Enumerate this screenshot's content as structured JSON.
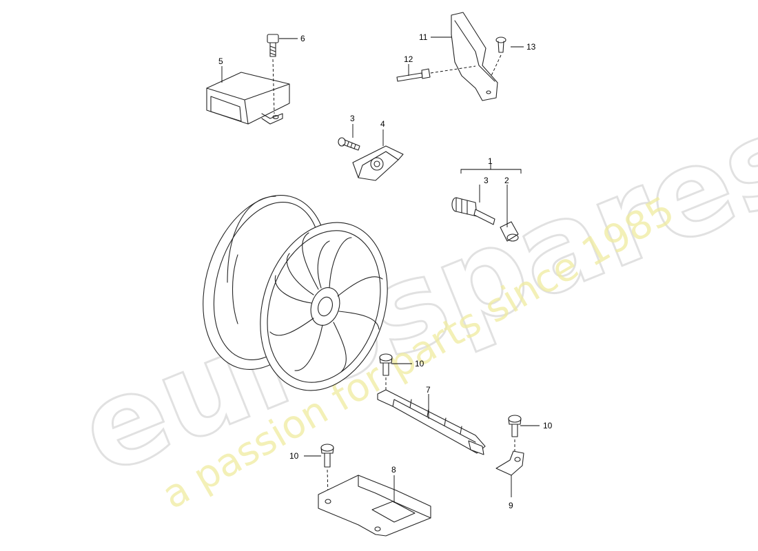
{
  "watermark": {
    "brand": "eurospares",
    "tagline": "a passion for parts since 1985"
  },
  "callouts": {
    "c1": "1",
    "c2": "2",
    "c3a": "3",
    "c3b": "3",
    "c4": "4",
    "c5": "5",
    "c6": "6",
    "c7": "7",
    "c8": "8",
    "c9": "9",
    "c10a": "10",
    "c10b": "10",
    "c10c": "10",
    "c11": "11",
    "c12": "12",
    "c13": "13"
  }
}
